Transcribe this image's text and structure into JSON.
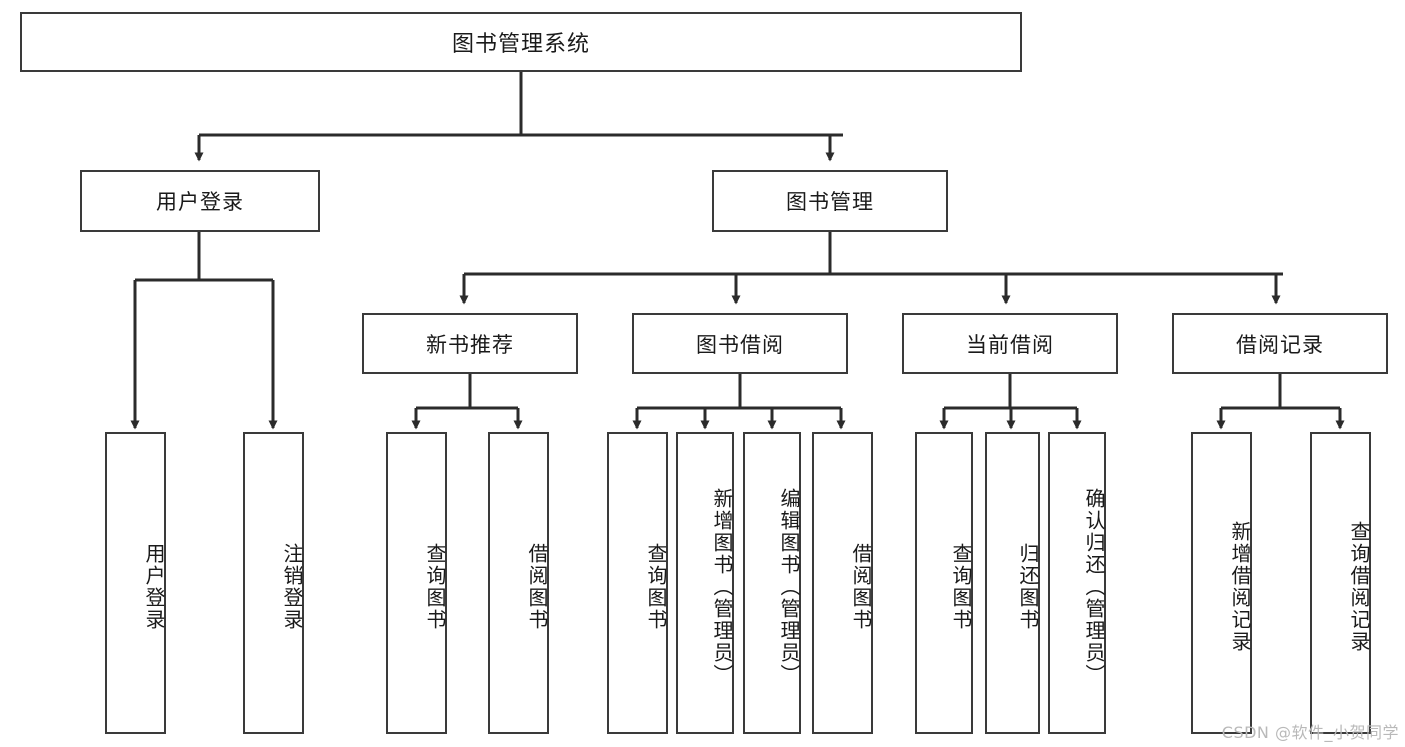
{
  "diagram": {
    "type": "tree",
    "title": "图书管理系统",
    "watermark": "CSDN @软件_小贺同学",
    "colors": {
      "box_border": "#3a3a3a",
      "box_fill": "#ffffff",
      "edge": "#2b2b2b",
      "text": "#1a1a1a",
      "watermark": "#b9b9b9",
      "background": "#ffffff"
    },
    "root": {
      "label": "图书管理系统"
    },
    "level1": [
      {
        "id": "user-login",
        "label": "用户登录"
      },
      {
        "id": "book-management",
        "label": "图书管理"
      }
    ],
    "level2": [
      {
        "id": "new-book-recommend",
        "label": "新书推荐",
        "parent": "book-management"
      },
      {
        "id": "book-borrow",
        "label": "图书借阅",
        "parent": "book-management"
      },
      {
        "id": "current-borrow",
        "label": "当前借阅",
        "parent": "book-management"
      },
      {
        "id": "borrow-record",
        "label": "借阅记录",
        "parent": "book-management"
      }
    ],
    "leaves": {
      "user_login": [
        {
          "id": "leaf-user-login",
          "label": "用户登录"
        },
        {
          "id": "leaf-logout-login",
          "label": "注销登录"
        }
      ],
      "new_book_recommend": [
        {
          "id": "leaf-query-book-1",
          "label": "查询图书"
        },
        {
          "id": "leaf-borrow-book-1",
          "label": "借阅图书"
        }
      ],
      "book_borrow": [
        {
          "id": "leaf-query-book-2",
          "label": "查询图书"
        },
        {
          "id": "leaf-add-book",
          "label": "新增图书（管理员）"
        },
        {
          "id": "leaf-edit-book",
          "label": "编辑图书（管理员）"
        },
        {
          "id": "leaf-borrow-book-2",
          "label": "借阅图书"
        }
      ],
      "current_borrow": [
        {
          "id": "leaf-query-book-3",
          "label": "查询图书"
        },
        {
          "id": "leaf-return-book",
          "label": "归还图书"
        },
        {
          "id": "leaf-confirm-return",
          "label": "确认归还（管理员）"
        }
      ],
      "borrow_record": [
        {
          "id": "leaf-add-record",
          "label": "新增借阅记录"
        },
        {
          "id": "leaf-query-record",
          "label": "查询借阅记录"
        }
      ]
    }
  }
}
